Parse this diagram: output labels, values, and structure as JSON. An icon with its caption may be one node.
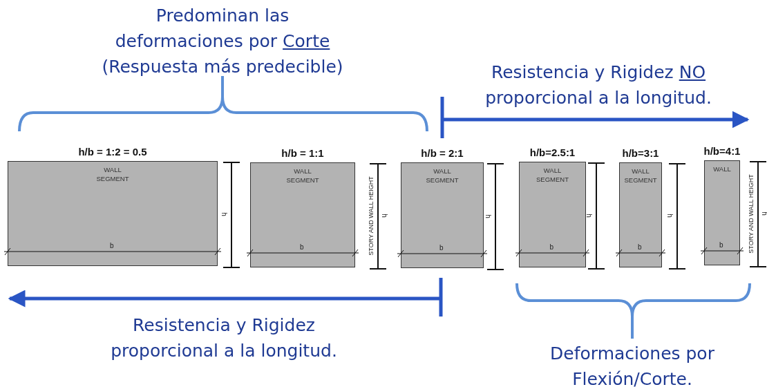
{
  "diagram": {
    "nodes": [
      {
        "text": [
          "h/b = 1:2 = 0.5",
          "WALL SEGMENT"
        ]
      },
      {
        "text": [
          "h/b = 1:1",
          "WALL SEGMENT"
        ]
      },
      {
        "text": [
          "h/b = 2:1",
          "WALL SEGMENT"
        ]
      },
      {
        "text": [
          "h/b=2.5:1",
          "WALL SEGMENT"
        ]
      },
      {
        "text": [
          "h/b=3:1",
          "WALL SEGMENT"
        ]
      },
      {
        "text": [
          "h/b=4:1",
          "WALL"
        ]
      }
    ],
    "labels": [
      "Predominan las deformaciones por",
      "Corte",
      "(Respuesta más predecible)",
      "Resistencia y Rigidez",
      "NO",
      "proporcional a la longitud.",
      "b",
      "h",
      "b",
      "STORY AND WALL HEIGHT",
      "h",
      "b",
      "h",
      "b",
      "h",
      "b",
      "h",
      "b",
      "STORY AND WALL HEIGHT",
      "h",
      "Resistencia y Rigidez proporcional a la longitud.",
      "Deformaciones por Flexión/Corte."
    ]
  }
}
